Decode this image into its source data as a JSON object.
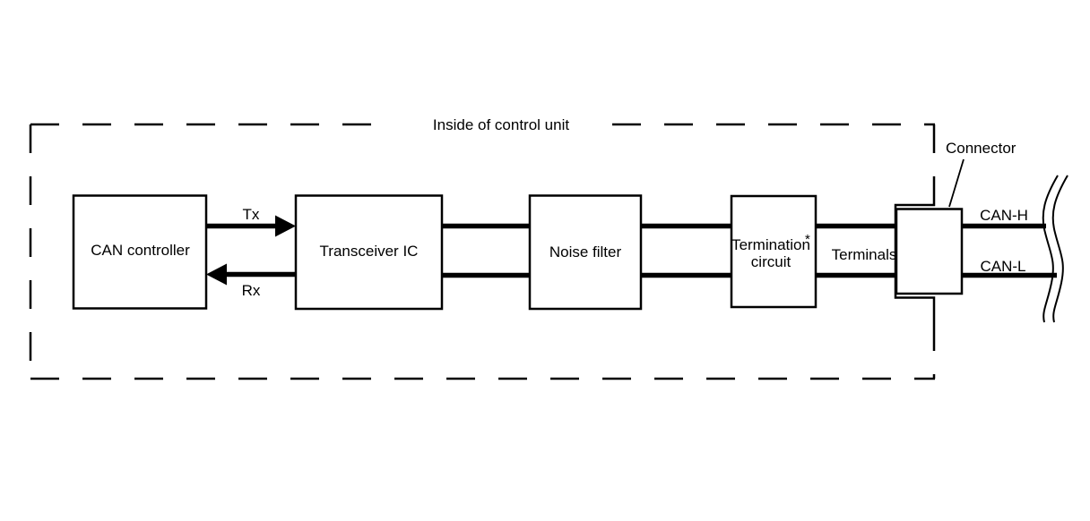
{
  "title": "Inside of control unit",
  "boxes": {
    "can_controller": "CAN controller",
    "transceiver_ic": "Transceiver IC",
    "noise_filter": "Noise filter",
    "termination_line1": "Termination",
    "termination_sup": "*",
    "termination_line2": "circuit"
  },
  "signals": {
    "tx": "Tx",
    "rx": "Rx"
  },
  "labels": {
    "terminals": "Terminals",
    "connector": "Connector",
    "can_h": "CAN-H",
    "can_l": "CAN-L"
  },
  "colors": {
    "line": "#000000",
    "background": "#ffffff"
  }
}
